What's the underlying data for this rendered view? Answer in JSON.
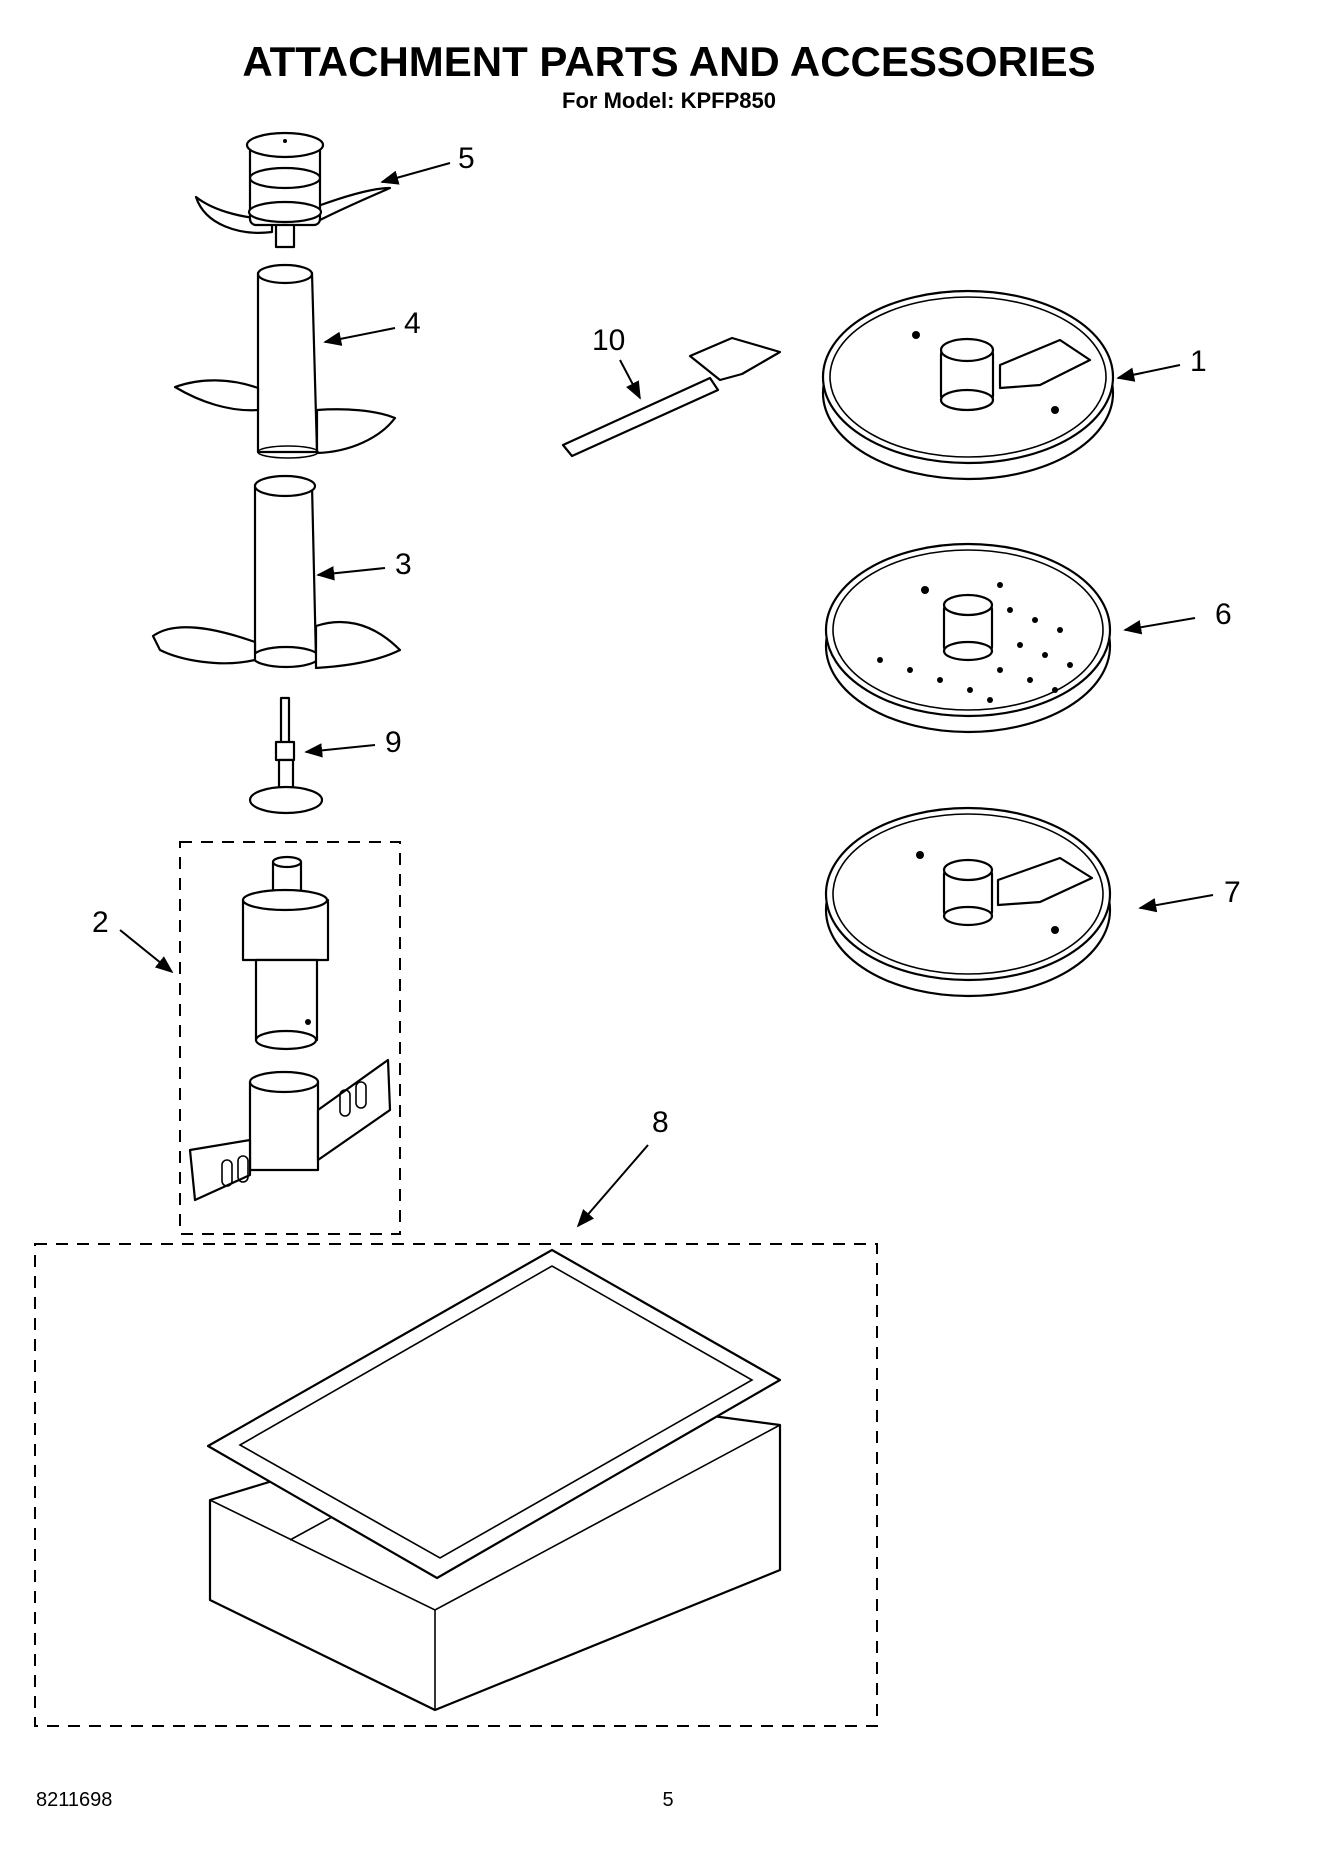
{
  "header": {
    "title": "ATTACHMENT PARTS AND ACCESSORIES",
    "subtitle": "For Model: KPFP850"
  },
  "callouts": {
    "c1": "1",
    "c2": "2",
    "c3": "3",
    "c4": "4",
    "c5": "5",
    "c6": "6",
    "c7": "7",
    "c8": "8",
    "c9": "9",
    "c10": "10"
  },
  "footer": {
    "doc_number": "8211698",
    "page_number": "5"
  }
}
